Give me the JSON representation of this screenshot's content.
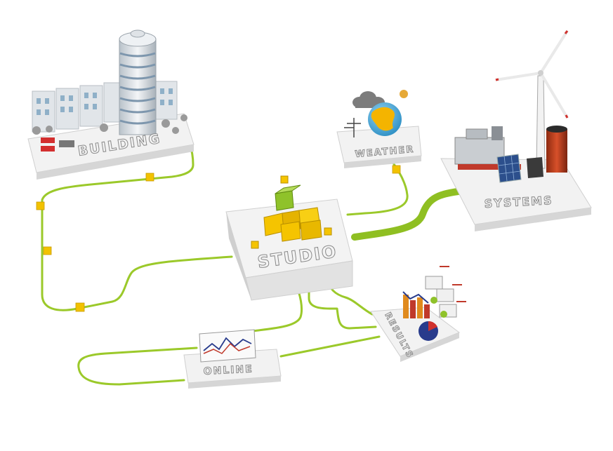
{
  "nodes": {
    "studio": {
      "label": "STUDIO"
    },
    "building": {
      "label": "BUILDING"
    },
    "weather": {
      "label": "WEATHER"
    },
    "systems": {
      "label": "SYSTEMS"
    },
    "results": {
      "label": "RESULTS"
    },
    "online": {
      "label": "ONLINE"
    }
  },
  "colors": {
    "cable": "#9bc92a",
    "cable_dark": "#6e9a12",
    "connector": "#f2c200",
    "cube_yellow": "#f5c400",
    "cube_green": "#8fc22a",
    "platform_top": "#f2f2f2",
    "platform_side": "#d4d4d4",
    "building": "#dfe3e7",
    "window": "#8fb0c8",
    "pie_blue": "#283b8c",
    "pie_red": "#d0312d",
    "turbine_red": "#c0392b"
  },
  "icons": [
    "building-icon",
    "tower-icon",
    "weather-globe-icon",
    "cloud-icon",
    "sun-icon",
    "wind-turbine-icon",
    "solar-panel-icon",
    "chart-icon",
    "pie-icon",
    "cube-stack-icon"
  ]
}
